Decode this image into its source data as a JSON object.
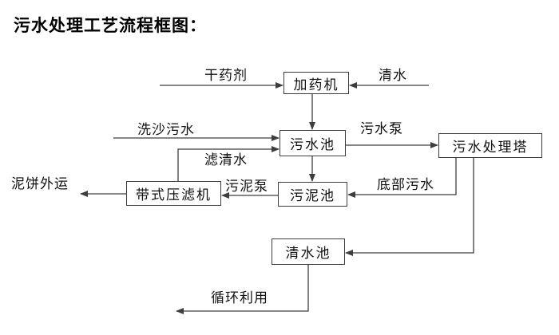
{
  "title": "污水处理工艺流程框图：",
  "flowchart": {
    "boxes": {
      "dosing_machine": "加药机",
      "sewage_pool": "污水池",
      "sewage_treatment_tower": "污水处理塔",
      "sludge_pool": "污泥池",
      "belt_filter_press": "带式压滤机",
      "clean_water_pool": "清水池"
    },
    "flow_labels": {
      "dry_chemical": "干药剂",
      "clean_water": "清水",
      "sand_washing_sewage": "洗沙污水",
      "filtered_water": "滤清水",
      "sewage_pump": "污水泵",
      "sludge_pump": "污泥泵",
      "bottom_sewage": "底部污水",
      "mud_cake_out": "泥饼外运",
      "recycling_use": "循环利用"
    },
    "colors": {
      "line": "#3d3d3d",
      "text": "#111111",
      "background": "#ffffff"
    }
  }
}
